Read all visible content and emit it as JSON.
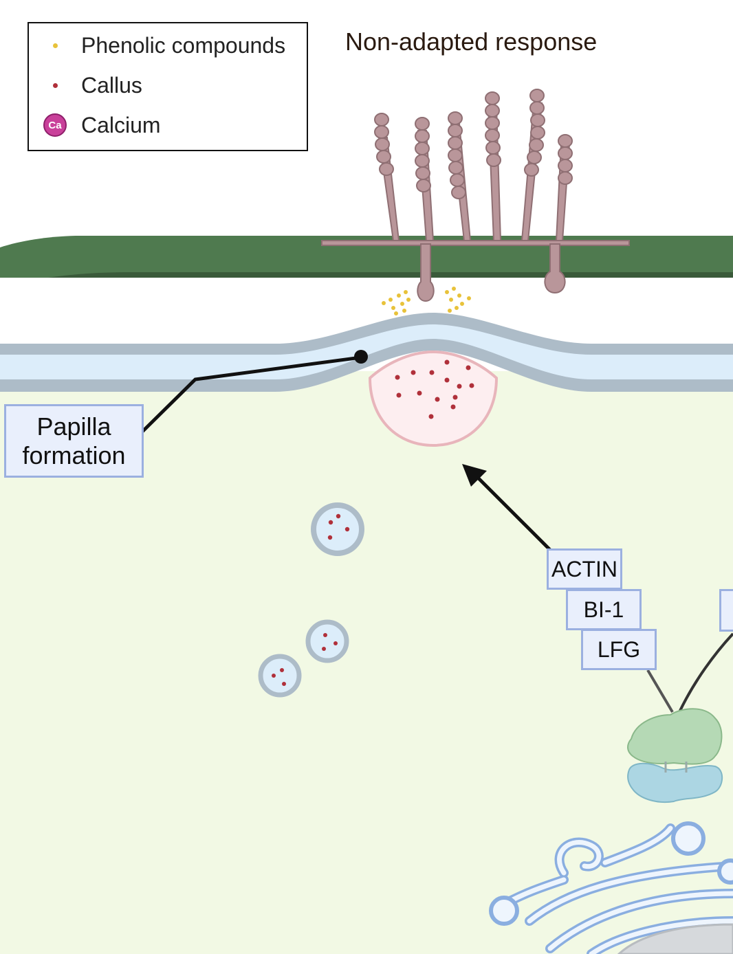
{
  "title": "Non-adapted response",
  "legend": {
    "items": [
      {
        "label": "Phenolic compounds",
        "color": "#e8c23a"
      },
      {
        "label": "Callus",
        "color": "#b0303a"
      },
      {
        "label": "Calcium",
        "symbol": "Ca",
        "color": "#c9409a"
      }
    ]
  },
  "labels": {
    "papilla_line1": "Papilla",
    "papilla_line2": "formation",
    "actin": "ACTIN",
    "bi1": "BI-1",
    "lfg": "LFG"
  },
  "colors": {
    "leaf_green": "#4f7a4f",
    "fungus": "#b9969a",
    "cell_wall": "#adbcc8",
    "cytoplasm": "#f2f9e4",
    "membrane_protein_green": "#b5d9b5",
    "membrane_protein_blue": "#acd6e3",
    "er_blue": "#8aaee0"
  }
}
